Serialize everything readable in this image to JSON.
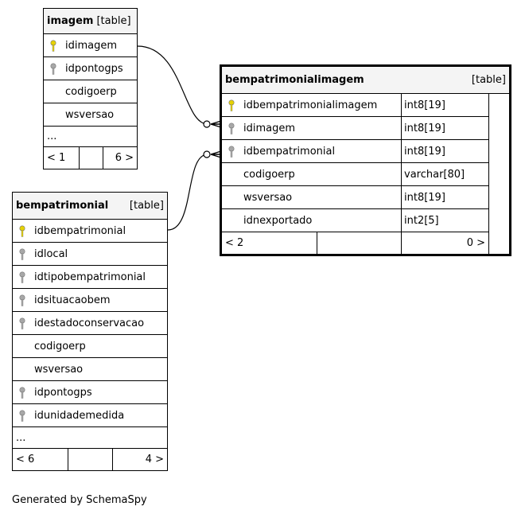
{
  "tables": {
    "imagem": {
      "name": "imagem",
      "type": "[table]",
      "columns": [
        {
          "name": "idimagem",
          "key": "primary"
        },
        {
          "name": "idpontogps",
          "key": "foreign"
        },
        {
          "name": "codigoerp",
          "key": "none"
        },
        {
          "name": "wsversao",
          "key": "none"
        }
      ],
      "more": "...",
      "footer_left": "< 1",
      "footer_right": "6 >"
    },
    "bempatrimonialimagem": {
      "name": "bempatrimonialimagem",
      "type": "[table]",
      "columns": [
        {
          "name": "idbempatrimonialimagem",
          "type": "int8[19]",
          "key": "primary"
        },
        {
          "name": "idimagem",
          "type": "int8[19]",
          "key": "foreign"
        },
        {
          "name": "idbempatrimonial",
          "type": "int8[19]",
          "key": "foreign"
        },
        {
          "name": "codigoerp",
          "type": "varchar[80]",
          "key": "none"
        },
        {
          "name": "wsversao",
          "type": "int8[19]",
          "key": "none"
        },
        {
          "name": "idnexportado",
          "type": "int2[5]",
          "key": "none"
        }
      ],
      "footer_left": "< 2",
      "footer_right": "0 >"
    },
    "bempatrimonial": {
      "name": "bempatrimonial",
      "type": "[table]",
      "columns": [
        {
          "name": "idbempatrimonial",
          "key": "primary"
        },
        {
          "name": "idlocal",
          "key": "foreign"
        },
        {
          "name": "idtipobempatrimonial",
          "key": "foreign"
        },
        {
          "name": "idsituacaobem",
          "key": "foreign"
        },
        {
          "name": "idestadoconservacao",
          "key": "foreign"
        },
        {
          "name": "codigoerp",
          "key": "none"
        },
        {
          "name": "wsversao",
          "key": "none"
        },
        {
          "name": "idpontogps",
          "key": "foreign"
        },
        {
          "name": "idunidademedida",
          "key": "foreign"
        }
      ],
      "more": "...",
      "footer_left": "< 6",
      "footer_right": "4 >"
    }
  },
  "colors": {
    "primary_key": "#e6d200",
    "foreign_key": "#a8a8a8",
    "header_bg": "#f4f4f4",
    "line": "#000000"
  },
  "generated_by": "Generated by SchemaSpy"
}
